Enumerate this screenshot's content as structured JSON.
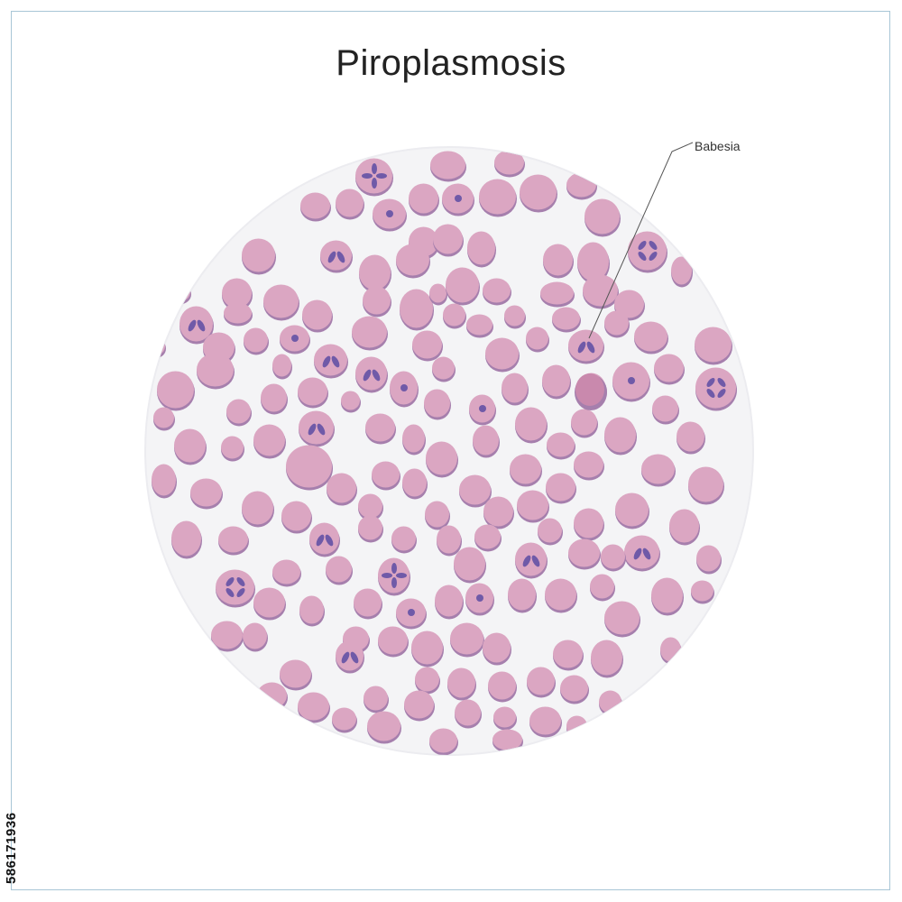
{
  "diagram": {
    "title": "Piroplasmosis",
    "callout_label": "Babesia",
    "stock_id": "586171936"
  },
  "colors": {
    "cell_fill": "#dba6c2",
    "cell_rim": "#a67fad",
    "parasite": "#6f5aa8",
    "field_background": "#f4f4f6",
    "frame": "#a8c6d6",
    "leader_line": "#555555"
  }
}
